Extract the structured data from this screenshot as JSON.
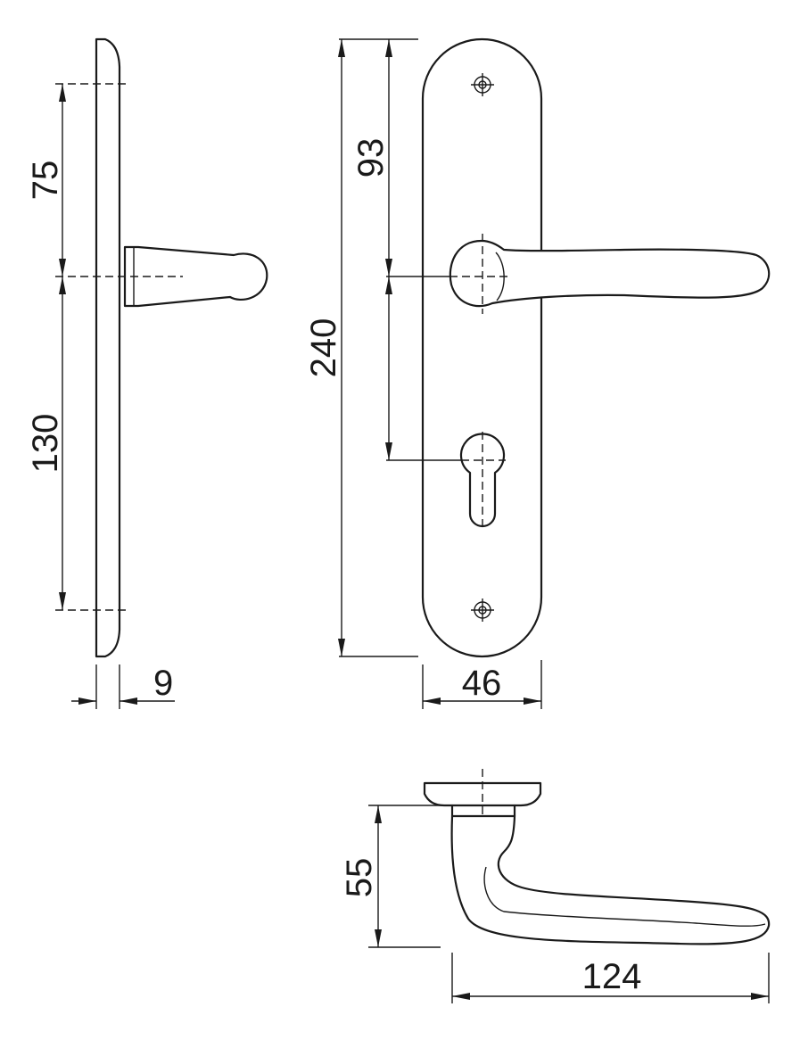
{
  "dimensions": {
    "d75": "75",
    "d130": "130",
    "d9": "9",
    "d240": "240",
    "d93": "93",
    "d46": "46",
    "d55": "55",
    "d124": "124"
  }
}
